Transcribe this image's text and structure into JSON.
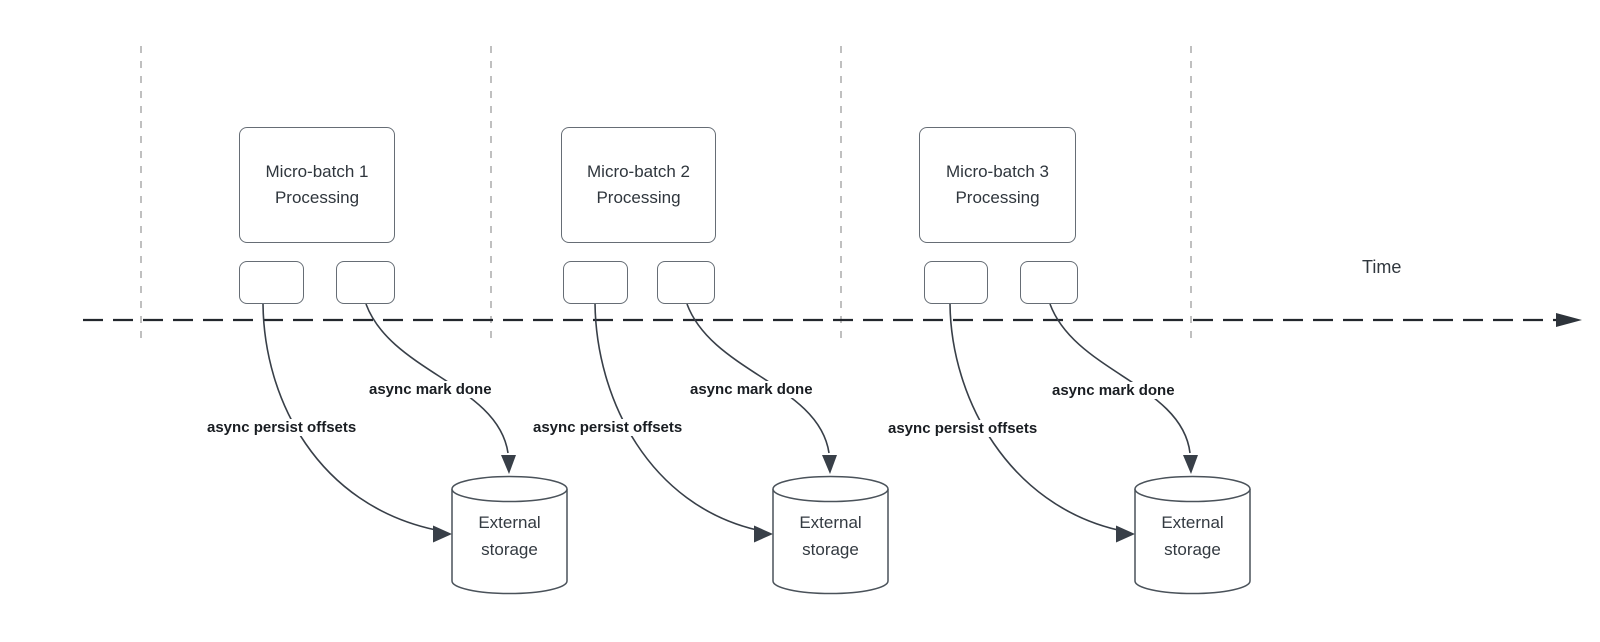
{
  "diagram": {
    "title_hint": "Micro-batch async progress tracking over time",
    "timeline": {
      "label": "Time"
    },
    "groups": [
      {
        "batch_line1": "Micro-batch 1",
        "batch_line2": "Processing",
        "persist_label": "async persist offsets",
        "done_label": "async mark done",
        "storage_line1": "External",
        "storage_line2": "storage"
      },
      {
        "batch_line1": "Micro-batch 2",
        "batch_line2": "Processing",
        "persist_label": "async persist offsets",
        "done_label": "async mark done",
        "storage_line1": "External",
        "storage_line2": "storage"
      },
      {
        "batch_line1": "Micro-batch 3",
        "batch_line2": "Processing",
        "persist_label": "async persist offsets",
        "done_label": "async mark done",
        "storage_line1": "External",
        "storage_line2": "storage"
      }
    ],
    "colors": {
      "background": "#ffffff",
      "shape_stroke": "#666d75",
      "cylinder_stroke": "#4a525a",
      "arrow_stroke": "#383f48",
      "timeline_stroke": "#23272d",
      "gridline_stroke": "#ababab",
      "shape_text": "#2f363d",
      "edge_label_text": "#191d22"
    }
  }
}
